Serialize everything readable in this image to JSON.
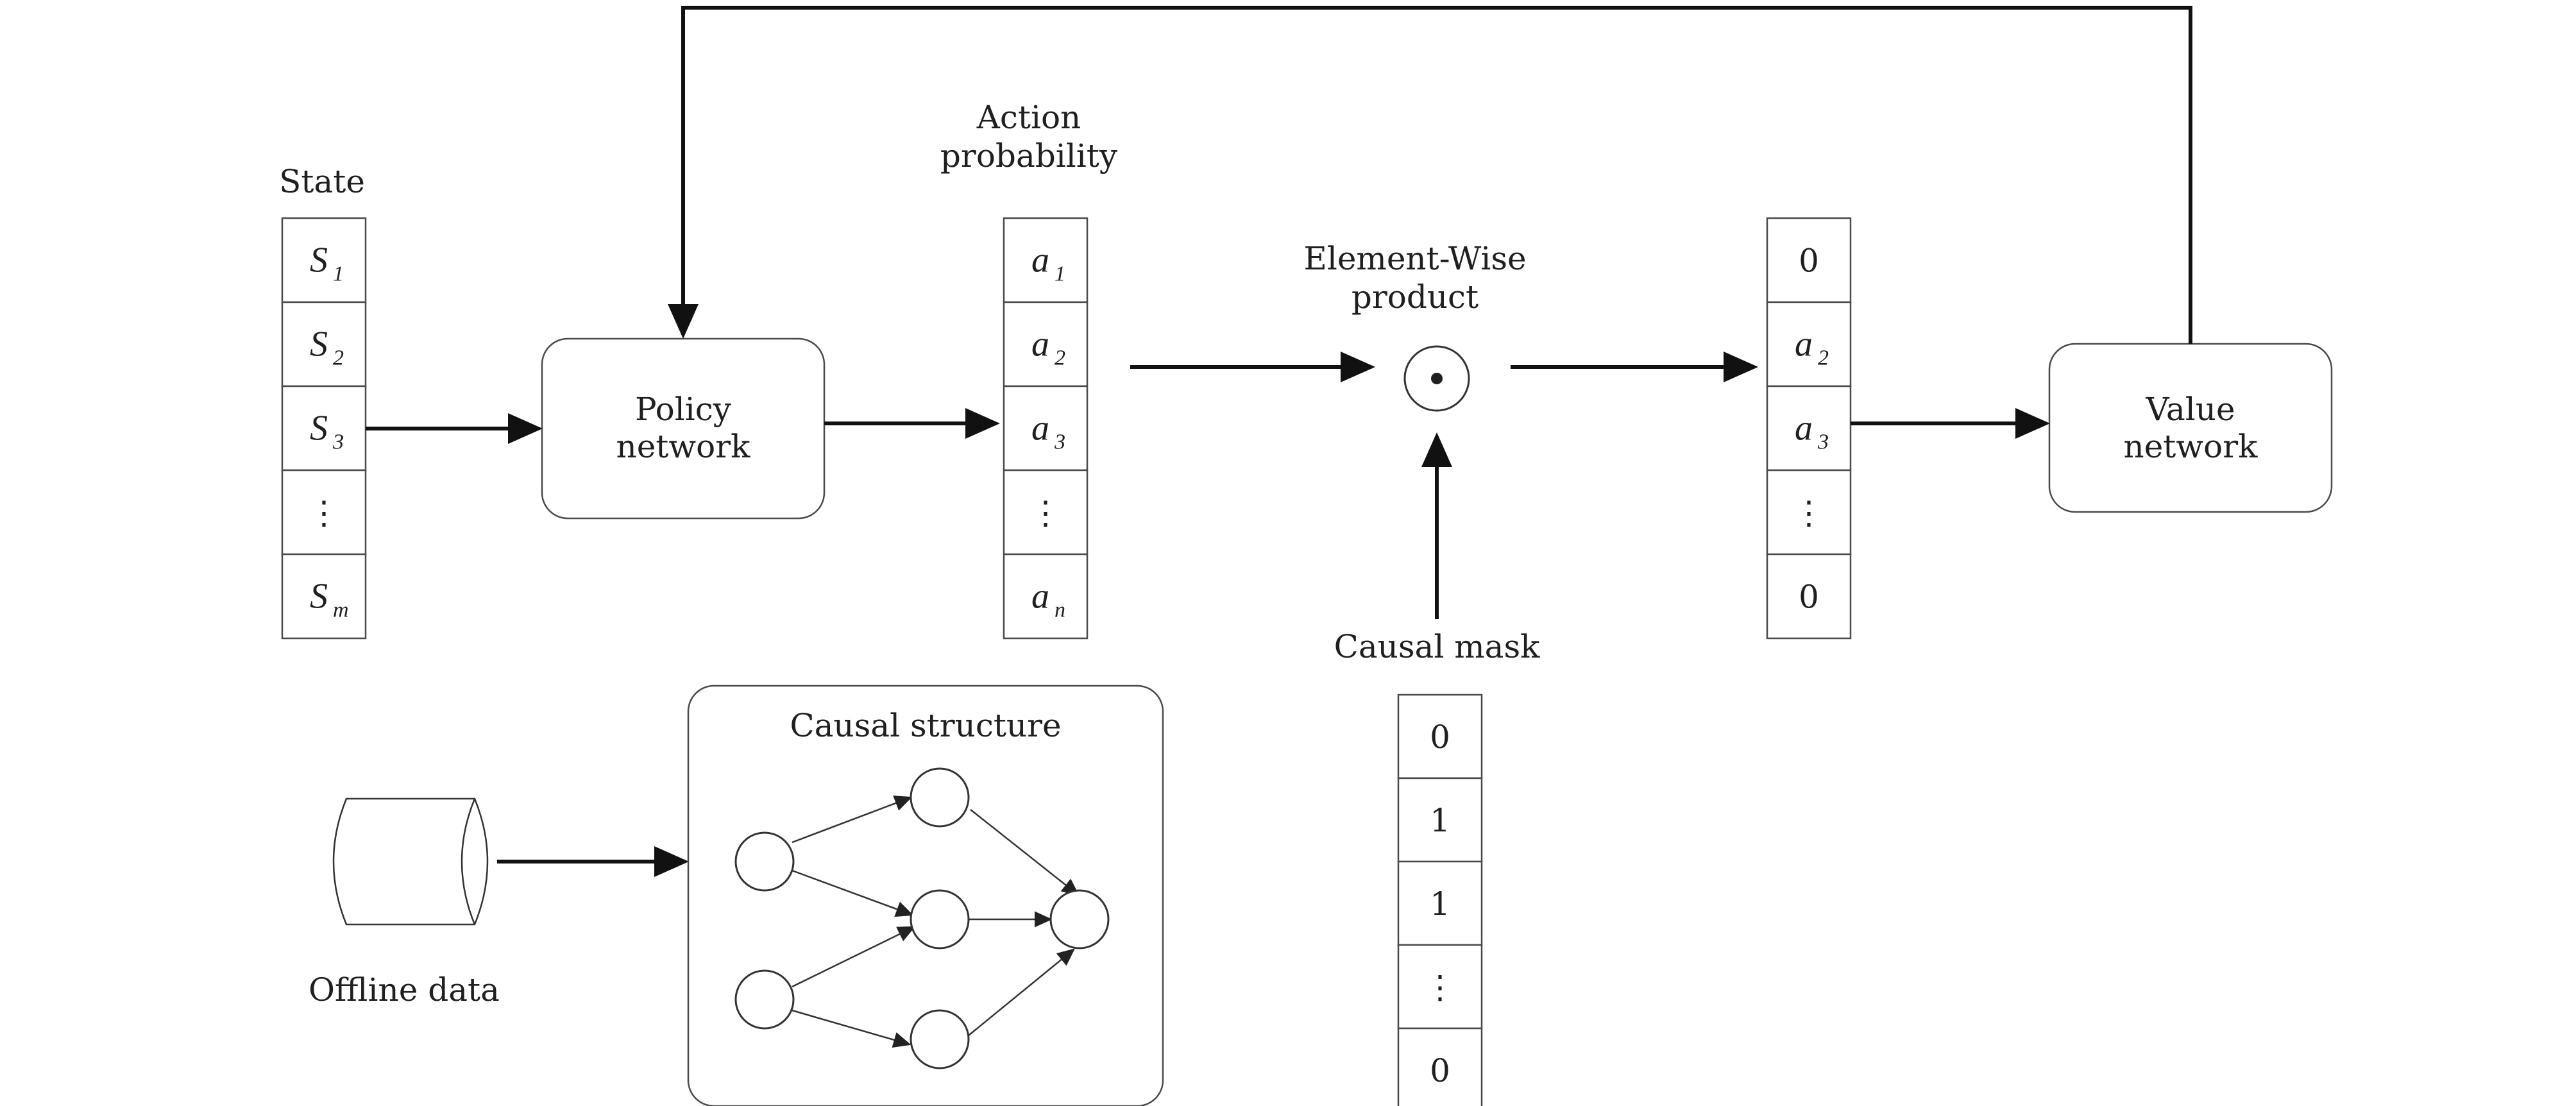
{
  "labels": {
    "state": "State",
    "action_probability_line1": "Action",
    "action_probability_line2": "probability",
    "element_wise_line1": "Element-Wise",
    "element_wise_line2": "product",
    "policy_line1": "Policy",
    "policy_line2": "network",
    "value_line1": "Value",
    "value_line2": "network",
    "causal_mask": "Causal mask",
    "causal_structure": "Causal structure",
    "offline_data": "Offline data"
  },
  "state_vector": [
    {
      "base": "S",
      "sub": "1"
    },
    {
      "base": "S",
      "sub": "2"
    },
    {
      "base": "S",
      "sub": "3"
    },
    {
      "base": "⋮",
      "sub": ""
    },
    {
      "base": "S",
      "sub": "m"
    }
  ],
  "action_vector": [
    {
      "base": "a",
      "sub": "1"
    },
    {
      "base": "a",
      "sub": "2"
    },
    {
      "base": "a",
      "sub": "3"
    },
    {
      "base": "⋮",
      "sub": ""
    },
    {
      "base": "a",
      "sub": "n"
    }
  ],
  "masked_vector": [
    {
      "base": "0",
      "sub": ""
    },
    {
      "base": "a",
      "sub": "2"
    },
    {
      "base": "a",
      "sub": "3"
    },
    {
      "base": "⋮",
      "sub": ""
    },
    {
      "base": "0",
      "sub": ""
    }
  ],
  "mask_vector": [
    "0",
    "1",
    "1",
    "⋮",
    "0"
  ]
}
